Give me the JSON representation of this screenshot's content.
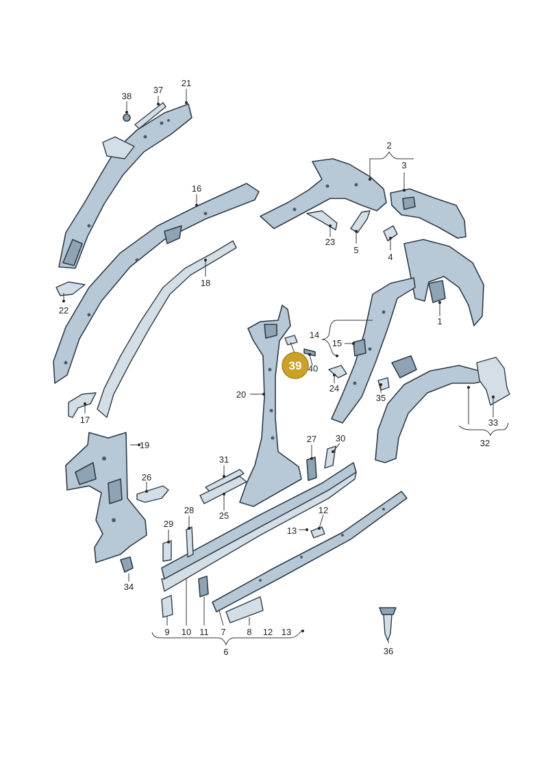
{
  "diagram": {
    "highlight": {
      "label": "39",
      "color": "#c9a227"
    },
    "accent_colors": {
      "part_fill": "#b7c8d6",
      "part_dark": "#8ea3b4",
      "outline": "#2f3a44"
    },
    "labels": [
      {
        "id": "l1",
        "text": "1"
      },
      {
        "id": "l2",
        "text": "2"
      },
      {
        "id": "l3",
        "text": "3"
      },
      {
        "id": "l4",
        "text": "4"
      },
      {
        "id": "l5",
        "text": "5"
      },
      {
        "id": "l6",
        "text": "6"
      },
      {
        "id": "l7",
        "text": "7"
      },
      {
        "id": "l8",
        "text": "8"
      },
      {
        "id": "l9",
        "text": "9"
      },
      {
        "id": "l10",
        "text": "10"
      },
      {
        "id": "l11",
        "text": "11"
      },
      {
        "id": "l12a",
        "text": "12"
      },
      {
        "id": "l12b",
        "text": "12"
      },
      {
        "id": "l13a",
        "text": "13"
      },
      {
        "id": "l13b",
        "text": "13"
      },
      {
        "id": "l14",
        "text": "14"
      },
      {
        "id": "l15",
        "text": "15"
      },
      {
        "id": "l16",
        "text": "16"
      },
      {
        "id": "l17",
        "text": "17"
      },
      {
        "id": "l18",
        "text": "18"
      },
      {
        "id": "l19",
        "text": "19"
      },
      {
        "id": "l20",
        "text": "20"
      },
      {
        "id": "l21",
        "text": "21"
      },
      {
        "id": "l22",
        "text": "22"
      },
      {
        "id": "l23",
        "text": "23"
      },
      {
        "id": "l24",
        "text": "24"
      },
      {
        "id": "l25",
        "text": "25"
      },
      {
        "id": "l26",
        "text": "26"
      },
      {
        "id": "l27",
        "text": "27"
      },
      {
        "id": "l28",
        "text": "28"
      },
      {
        "id": "l29",
        "text": "29"
      },
      {
        "id": "l30",
        "text": "30"
      },
      {
        "id": "l31",
        "text": "31"
      },
      {
        "id": "l32",
        "text": "32"
      },
      {
        "id": "l33",
        "text": "33"
      },
      {
        "id": "l34",
        "text": "34"
      },
      {
        "id": "l35",
        "text": "35"
      },
      {
        "id": "l36",
        "text": "36"
      },
      {
        "id": "l37",
        "text": "37"
      },
      {
        "id": "l38",
        "text": "38"
      },
      {
        "id": "l40",
        "text": "40"
      }
    ]
  }
}
